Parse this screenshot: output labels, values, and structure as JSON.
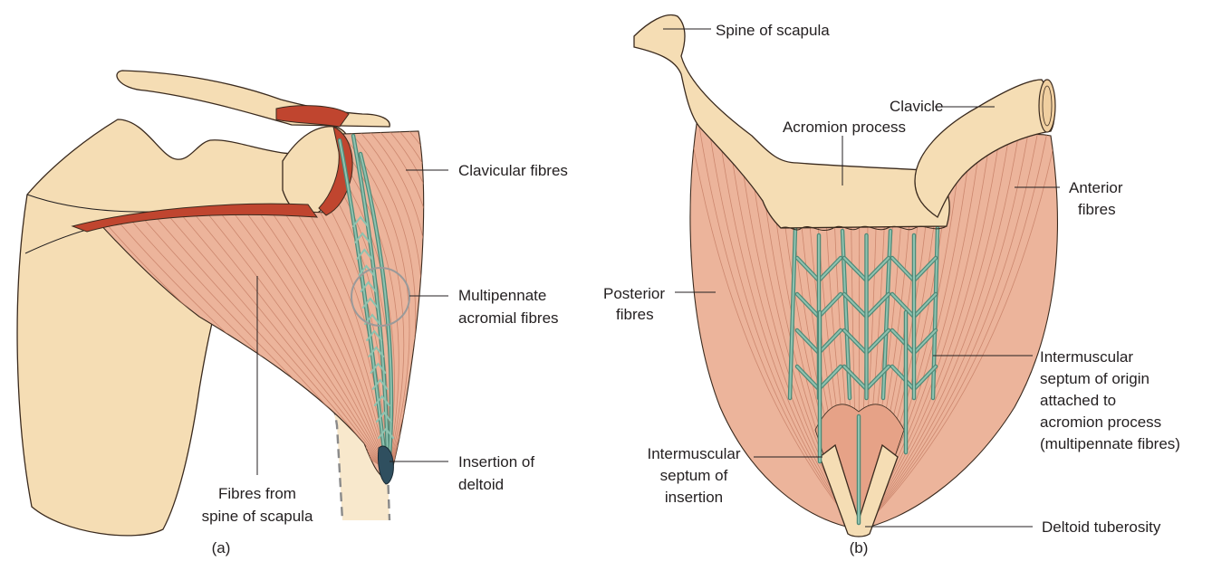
{
  "panel_a": {
    "caption": "(a)",
    "labels": {
      "clavicular_fibres": "Clavicular fibres",
      "multipennate_line1": "Multipennate",
      "multipennate_line2": "acromial fibres",
      "insertion_line1": "Insertion of",
      "insertion_line2": "deltoid",
      "spine_fibres_line1": "Fibres from",
      "spine_fibres_line2": "spine of scapula"
    }
  },
  "panel_b": {
    "caption": "(b)",
    "labels": {
      "spine_of_scapula": "Spine of scapula",
      "clavicle": "Clavicle",
      "acromion_process": "Acromion process",
      "anterior_line1": "Anterior",
      "anterior_line2": "fibres",
      "posterior_line1": "Posterior",
      "posterior_line2": "fibres",
      "origin_septum_line1": "Intermuscular",
      "origin_septum_line2": "septum of origin",
      "origin_septum_line3": "attached to",
      "origin_septum_line4": "acromion process",
      "origin_septum_line5": "(multipennate fibres)",
      "insertion_septum_line1": "Intermuscular",
      "insertion_septum_line2": "septum of",
      "insertion_septum_line3": "insertion",
      "deltoid_tuberosity": "Deltoid tuberosity"
    }
  },
  "colors": {
    "bone": "#f5ddb4",
    "muscle": "#ecb49b",
    "septum": "#4f8a78",
    "attachment": "#c0452f"
  }
}
